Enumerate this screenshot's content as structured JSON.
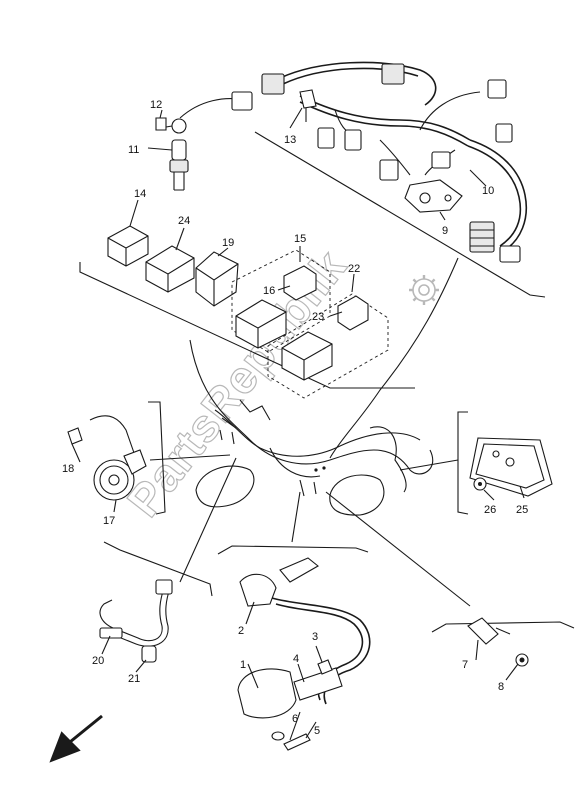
{
  "diagram": {
    "watermark": "PartsRepublik",
    "part_labels": {
      "p1": "1",
      "p2": "2",
      "p3": "3",
      "p4": "4",
      "p5": "5",
      "p6": "6",
      "p7": "7",
      "p8": "8",
      "p9": "9",
      "p10": "10",
      "p11": "11",
      "p12": "12",
      "p13": "13",
      "p14": "14",
      "p15": "15",
      "p16": "16",
      "p17": "17",
      "p18": "18",
      "p19": "19",
      "p20": "20",
      "p21": "21",
      "p22": "22",
      "p23": "23",
      "p24": "24",
      "p25": "25",
      "p26": "26"
    },
    "icons": {
      "front_arrow": "front-direction-arrow-icon",
      "gear": "gear-icon"
    }
  }
}
